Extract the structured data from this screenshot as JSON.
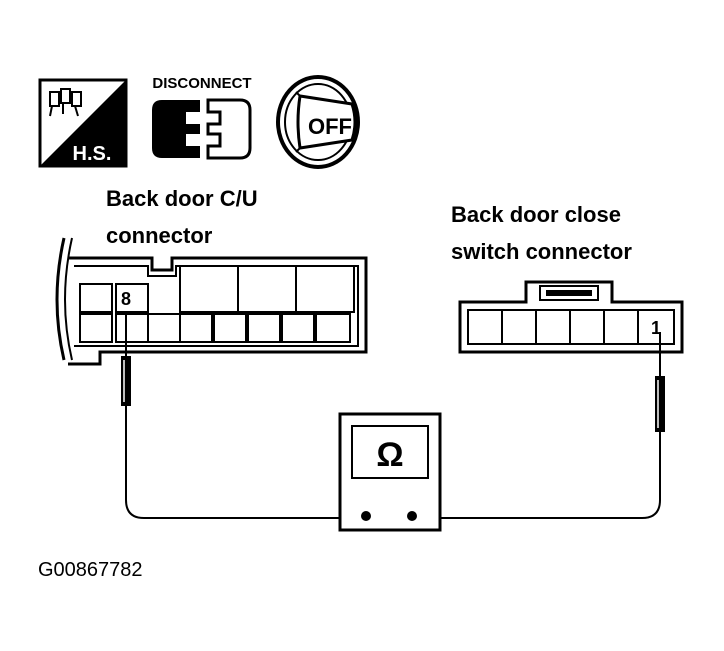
{
  "icons": {
    "hs_label": "H.S.",
    "disconnect_label": "DISCONNECT",
    "key_label": "OFF"
  },
  "left_connector": {
    "title_line1": "Back door C/U",
    "title_line2": "connector",
    "pin_label": "8"
  },
  "right_connector": {
    "title_line1": "Back door close",
    "title_line2": "switch connector",
    "pin_label": "1"
  },
  "meter": {
    "symbol": "Ω"
  },
  "figure_id": "G00867782"
}
